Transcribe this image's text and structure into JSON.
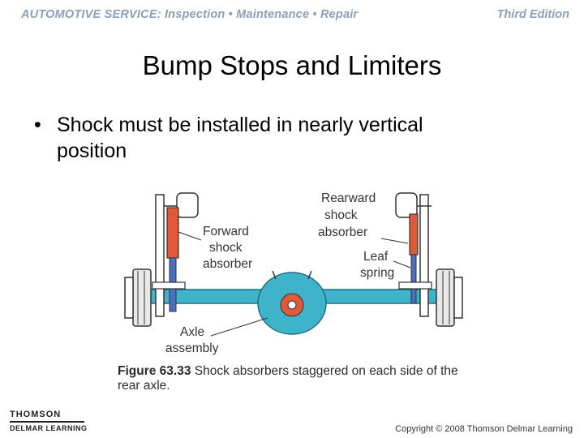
{
  "header": {
    "left": "AUTOMOTIVE SERVICE: Inspection • Maintenance • Repair",
    "right": "Third Edition"
  },
  "slide": {
    "title": "Bump Stops and Limiters",
    "bullet_marker": "•",
    "bullet": "Shock must be installed in nearly vertical position"
  },
  "figure": {
    "labels": {
      "forward_1": "Forward",
      "forward_2": "shock",
      "forward_3": "absorber",
      "rear_1": "Rearward",
      "rear_2": "shock",
      "rear_3": "absorber",
      "leaf_1": "Leaf",
      "leaf_2": "spring",
      "axle_1": "Axle",
      "axle_2": "assembly"
    },
    "caption_label": "Figure 63.33",
    "caption_text": "Shock absorbers staggered on each side of the rear axle.",
    "colors": {
      "axle": "#3fb3c9",
      "shock": "#e05a3a",
      "rod": "#4a6fc0"
    }
  },
  "footer": {
    "logo_line1": "THOMSON",
    "logo_line2": "DELMAR LEARNING",
    "copyright": "Copyright © 2008 Thomson Delmar Learning"
  }
}
